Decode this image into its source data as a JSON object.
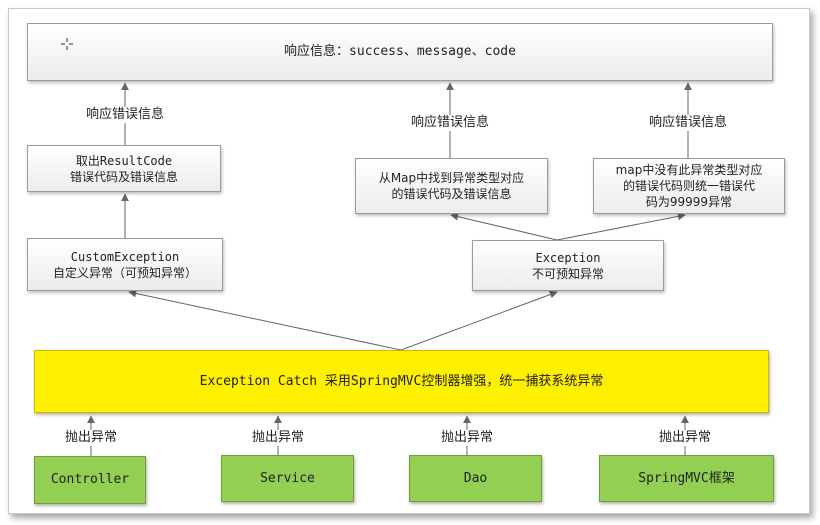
{
  "boxes": {
    "response_info": "响应信息：success、message、code",
    "take_result_code": "取出ResultCode\n错误代码及错误信息",
    "map_found": "从Map中找到异常类型对应\n的错误代码及错误信息",
    "map_not_found": "map中没有此异常类型对应\n的错误代码则统一错误代\n码为99999异常",
    "custom_exception": "CustomException\n自定义异常（可预知异常）",
    "exception": "Exception\n不可预知异常",
    "exception_catch": "Exception Catch 采用SpringMVC控制器增强，统一捕获系统异常",
    "controller": "Controller",
    "service": "Service",
    "dao": "Dao",
    "springmvc": "SpringMVC框架"
  },
  "labels": {
    "response_error_1": "响应错误信息",
    "response_error_2": "响应错误信息",
    "response_error_3": "响应错误信息",
    "throw_1": "抛出异常",
    "throw_2": "抛出异常",
    "throw_3": "抛出异常",
    "throw_4": "抛出异常"
  },
  "colors": {
    "yellow": "#ffef00",
    "green": "#92cf52",
    "line": "#666666"
  },
  "icons": {
    "cursor": "crosshair-cursor-icon"
  }
}
